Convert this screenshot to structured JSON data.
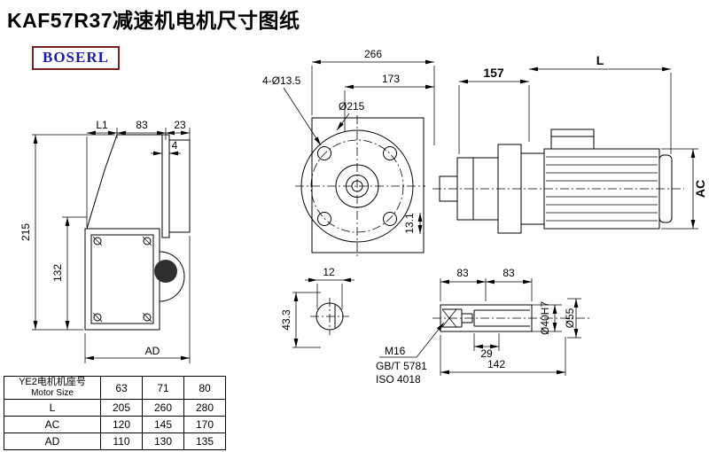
{
  "title": "KAF57R37减速机电机尺寸图纸",
  "logo": {
    "text": "BOSERL",
    "text_color": "#1b1bb0",
    "border_color": "#7a2020"
  },
  "drawing": {
    "line_color": "#000000",
    "top": {
      "d266": "266",
      "d173": "173",
      "holes": "4-Ø13.5",
      "flange": "Ø215"
    },
    "front": {
      "d131": "13.1"
    },
    "side": {
      "d157": "157",
      "dL": "L",
      "dAC": "AC"
    },
    "left": {
      "dL1": "L1",
      "d83": "83",
      "d23": "23",
      "d4": "4",
      "d215": "215",
      "d132": "132",
      "dAD": "AD"
    },
    "shaft_end": {
      "d12": "12",
      "d433": "43.3"
    },
    "shaft": {
      "d83a": "83",
      "d83b": "83",
      "d29": "29",
      "d142": "142",
      "d40": "Ø40H7",
      "d55": "Ø55",
      "m16": "M16",
      "gbt": "GB/T 5781",
      "iso": "ISO 4018"
    }
  },
  "table": {
    "header_cn": "YE2电机机座号",
    "header_en": "Motor Size",
    "sizes": [
      "63",
      "71",
      "80"
    ],
    "rows": [
      {
        "label": "L",
        "values": [
          "205",
          "260",
          "280"
        ]
      },
      {
        "label": "AC",
        "values": [
          "120",
          "145",
          "170"
        ]
      },
      {
        "label": "AD",
        "values": [
          "110",
          "130",
          "135"
        ]
      }
    ]
  }
}
